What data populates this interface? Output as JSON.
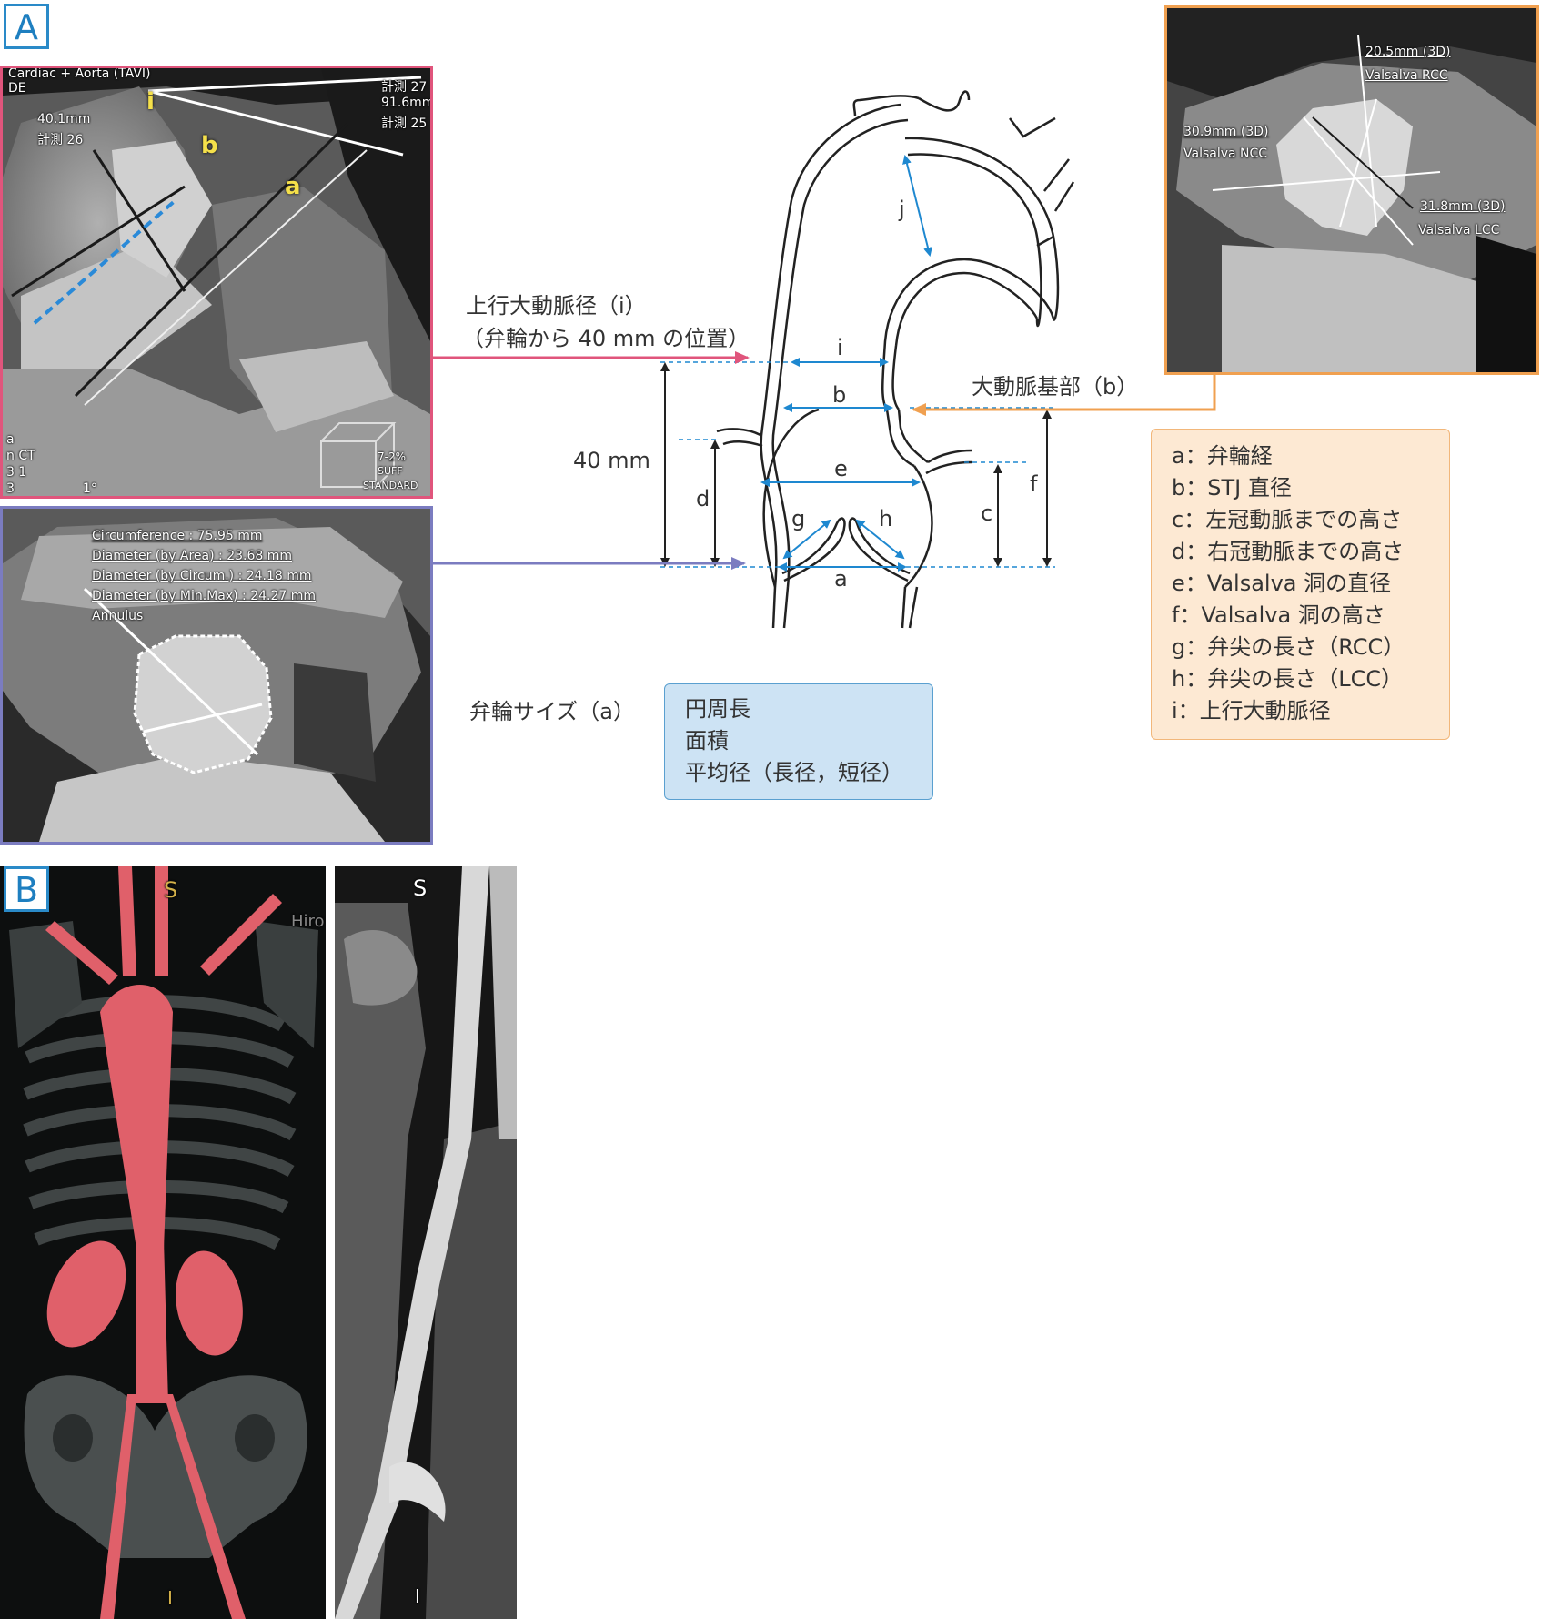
{
  "panels": {
    "a": "A",
    "b": "B"
  },
  "ct_axial": {
    "header_1": "Cardiac + Aorta (TAVI)",
    "header_2": "DE",
    "meas_1": "計測 27",
    "meas_2": "91.6mm",
    "meas_3": "計測 25",
    "meas_4": "40.1mm",
    "meas_5": "計測 26",
    "label_i": "i",
    "label_b": "b",
    "label_a": "a",
    "foot_1": "a",
    "foot_2": "n CT",
    "foot_3": "3 1",
    "foot_4": "3",
    "foot_5": "1°",
    "orient_pct": "7-2%",
    "orient_1": "SUFF",
    "orient_2": "STANDARD"
  },
  "ct_annulus": {
    "line_1": "Circumference : 75.95 mm",
    "line_2": "Diameter (by Area) : 23.68 mm",
    "line_3": "Diameter (by Circum.) : 24.18 mm",
    "line_4": "Diameter (by Min.Max) : 24.27 mm",
    "line_5": "Annulus"
  },
  "ct_valsalva": {
    "rcc_value": "20.5mm (3D)",
    "rcc_label": "Valsalva RCC",
    "ncc_value": "30.9mm (3D)",
    "ncc_label": "Valsalva NCC",
    "lcc_value": "31.8mm (3D)",
    "lcc_label": "Valsalva LCC"
  },
  "diagram": {
    "ascending_label_1": "上行大動脈径（i）",
    "ascending_label_2": "（弁輪から 40 mm の位置）",
    "root_label": "大動脈基部（b）",
    "dist_40mm": "40 mm",
    "letters": {
      "a": "a",
      "b": "b",
      "c": "c",
      "d": "d",
      "e": "e",
      "f": "f",
      "g": "g",
      "h": "h",
      "i": "i",
      "j": "j"
    },
    "annulus_size_label": "弁輪サイズ（a）",
    "annulus_items": [
      "円周長",
      "面積",
      "平均径（長径，短径）"
    ],
    "legend": [
      "a：弁輪経",
      "b：STJ 直径",
      "c：左冠動脈までの高さ",
      "d：右冠動脈までの高さ",
      "e：Valsalva 洞の直径",
      "f：Valsalva 洞の高さ",
      "g：弁尖の長さ（RCC）",
      "h：弁尖の長さ（LCC）",
      "i：上行大動脈径"
    ]
  },
  "ct_3d": {
    "s": "S",
    "i": "I",
    "watermark": "Hiro"
  },
  "ct_cpr": {
    "s": "S",
    "i": "I"
  },
  "colors": {
    "panel_label": "#2a8ac8",
    "pink": "#e0557c",
    "purple": "#7b7cc0",
    "orange": "#f0a050",
    "blue_arrow": "#1e88d0",
    "legend_fill": "#fde9d3",
    "legend_border": "#f2b77a",
    "annulus_fill": "#cde3f4",
    "annulus_border": "#5aa0d0"
  }
}
